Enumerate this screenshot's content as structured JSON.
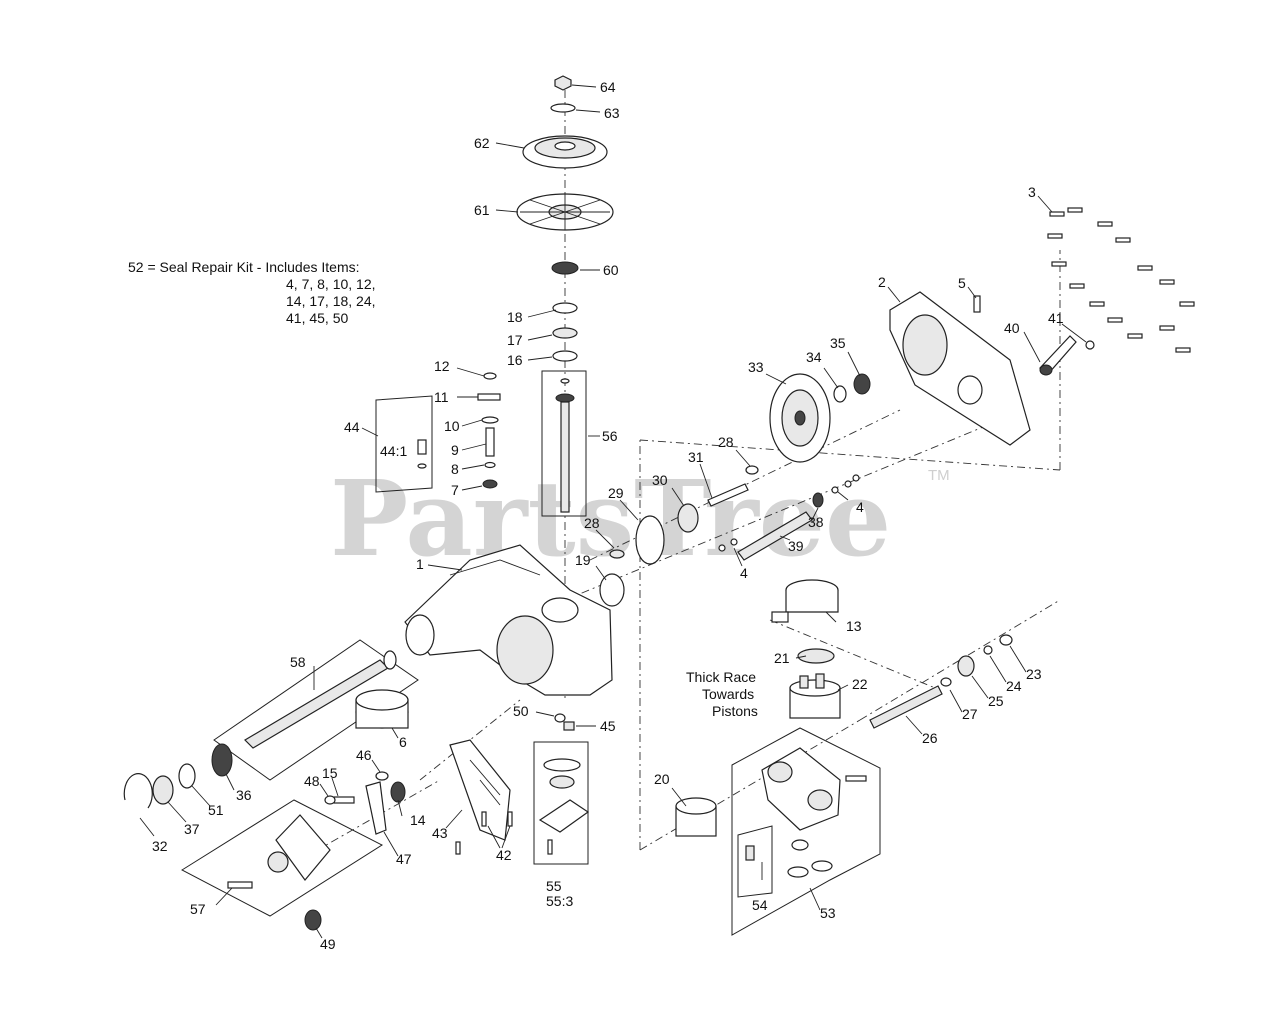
{
  "watermark": {
    "text": "PartsTree",
    "tm": "TM"
  },
  "notes": {
    "seal_kit_lines": [
      "52  = Seal Repair Kit - Includes Items:",
      "4, 7, 8, 10, 12,",
      "14, 17, 18, 24,",
      "41, 45, 50"
    ],
    "thick_race_lines": [
      "Thick Race",
      "Towards",
      "Pistons"
    ]
  },
  "callouts": {
    "c1": "1",
    "c2": "2",
    "c3": "3",
    "c4a": "4",
    "c4b": "4",
    "c5": "5",
    "c6": "6",
    "c7": "7",
    "c8": "8",
    "c9": "9",
    "c10": "10",
    "c11": "11",
    "c12": "12",
    "c13": "13",
    "c14": "14",
    "c15": "15",
    "c16": "16",
    "c17": "17",
    "c18": "18",
    "c19": "19",
    "c20": "20",
    "c21": "21",
    "c22": "22",
    "c23": "23",
    "c24": "24",
    "c25": "25",
    "c26": "26",
    "c27": "27",
    "c28a": "28",
    "c28b": "28",
    "c29": "29",
    "c30": "30",
    "c31": "31",
    "c32": "32",
    "c33": "33",
    "c34": "34",
    "c35": "35",
    "c36": "36",
    "c37": "37",
    "c38": "38",
    "c39": "39",
    "c40": "40",
    "c41": "41",
    "c42": "42",
    "c43": "43",
    "c44": "44",
    "c44_1": "44:1",
    "c45": "45",
    "c46": "46",
    "c47": "47",
    "c48": "48",
    "c49": "49",
    "c50": "50",
    "c51": "51",
    "c53": "53",
    "c54": "54",
    "c55": "55",
    "c55_3": "55:3",
    "c56": "56",
    "c57": "57",
    "c58": "58",
    "c60": "60",
    "c61": "61",
    "c62": "62",
    "c63": "63",
    "c64": "64"
  }
}
